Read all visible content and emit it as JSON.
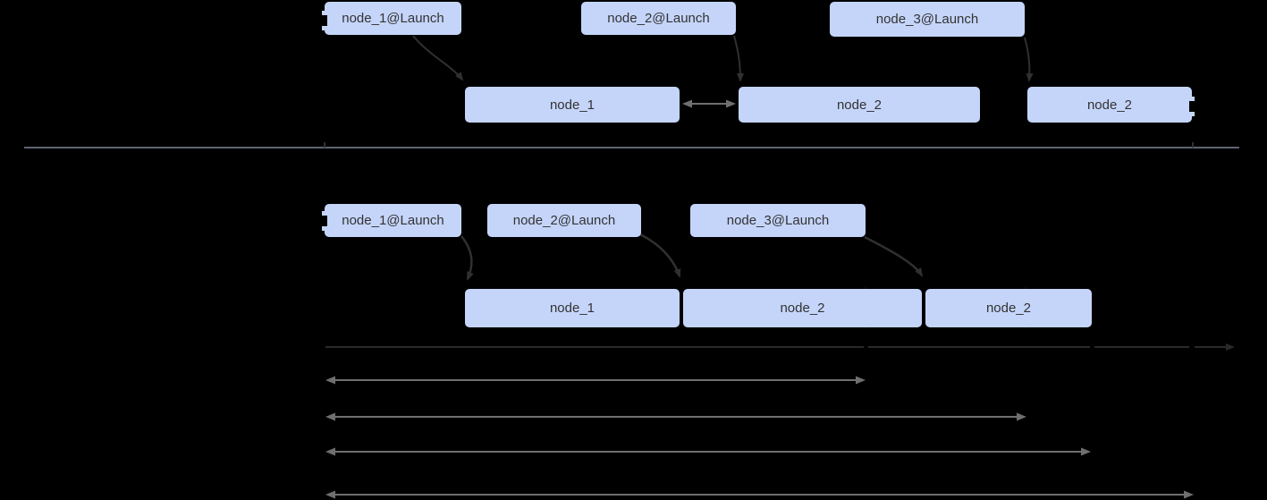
{
  "diagram": {
    "description": "launch-to-node scheduling timeline diagram, two stacked sections divided by a horizontal rule",
    "background": "#000000"
  },
  "colors": {
    "node_fill": "#c5d5fa",
    "node_text": "#333333",
    "launch_arrow": "#303030",
    "divider_line": "#5e646e",
    "span_arrow": "#6f6f6f",
    "timeline_arrow": "#2a2a2a",
    "marker_dash": "#111111",
    "bg": "#000000"
  },
  "top_timeline": {
    "launch_boxes": [
      {
        "label": "node_1@Launch"
      },
      {
        "label": "node_2@Launch"
      },
      {
        "label": "node_3@Launch"
      }
    ],
    "node_boxes": [
      {
        "label": "node_1"
      },
      {
        "label": "node_2"
      },
      {
        "label": "node_2"
      }
    ]
  },
  "bottom_timeline": {
    "launch_boxes": [
      {
        "label": "node_1@Launch"
      },
      {
        "label": "node_2@Launch"
      },
      {
        "label": "node_3@Launch"
      }
    ],
    "node_boxes": [
      {
        "label": "node_1"
      },
      {
        "label": "node_2"
      },
      {
        "label": "node_2"
      }
    ]
  },
  "icons": {
    "launch_connector": "curved-down-arrow",
    "gap_connector": "left-right-double-arrow",
    "time_axis": "right-arrow",
    "duration_span": "left-right-double-arrow",
    "cut_marker": "vertical-dashed-line",
    "clip_notch": "edge-break-notch"
  }
}
